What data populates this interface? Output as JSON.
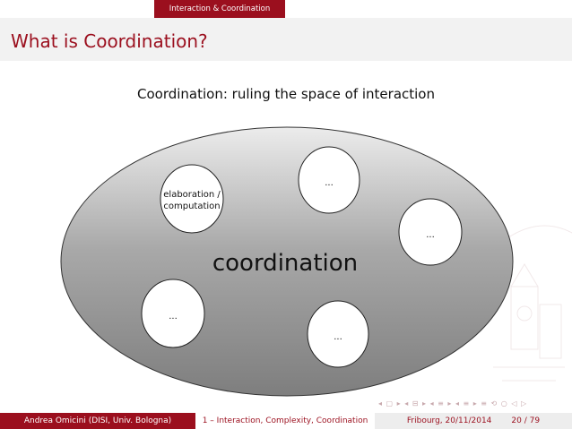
{
  "header": {
    "section": "Interaction & Coordination"
  },
  "frame": {
    "title": "What is Coordination?",
    "subtitle": "Coordination: ruling the space of interaction"
  },
  "diagram": {
    "center_label": "coordination",
    "nodes": [
      {
        "label_lines": [
          "elaboration /",
          "computation"
        ]
      },
      {
        "label_lines": [
          "..."
        ]
      },
      {
        "label_lines": [
          "..."
        ]
      },
      {
        "label_lines": [
          "..."
        ]
      },
      {
        "label_lines": [
          "..."
        ]
      }
    ]
  },
  "nav": {
    "symbols": "◂ ▢ ▸ ◂ ⊟ ▸ ◂ ≡ ▸ ◂ ≡ ▸ ≡ ⟲ ○ ◁ ▷"
  },
  "footer": {
    "author": "Andrea Omicini  (DISI, Univ. Bologna)",
    "lecture": "1 – Interaction, Complexity, Coordination",
    "place_date": "Fribourg, 20/11/2014",
    "page": "20 / 79"
  },
  "colors": {
    "accent": "#9b0f1e",
    "titlebar": "#f2f2f2"
  }
}
